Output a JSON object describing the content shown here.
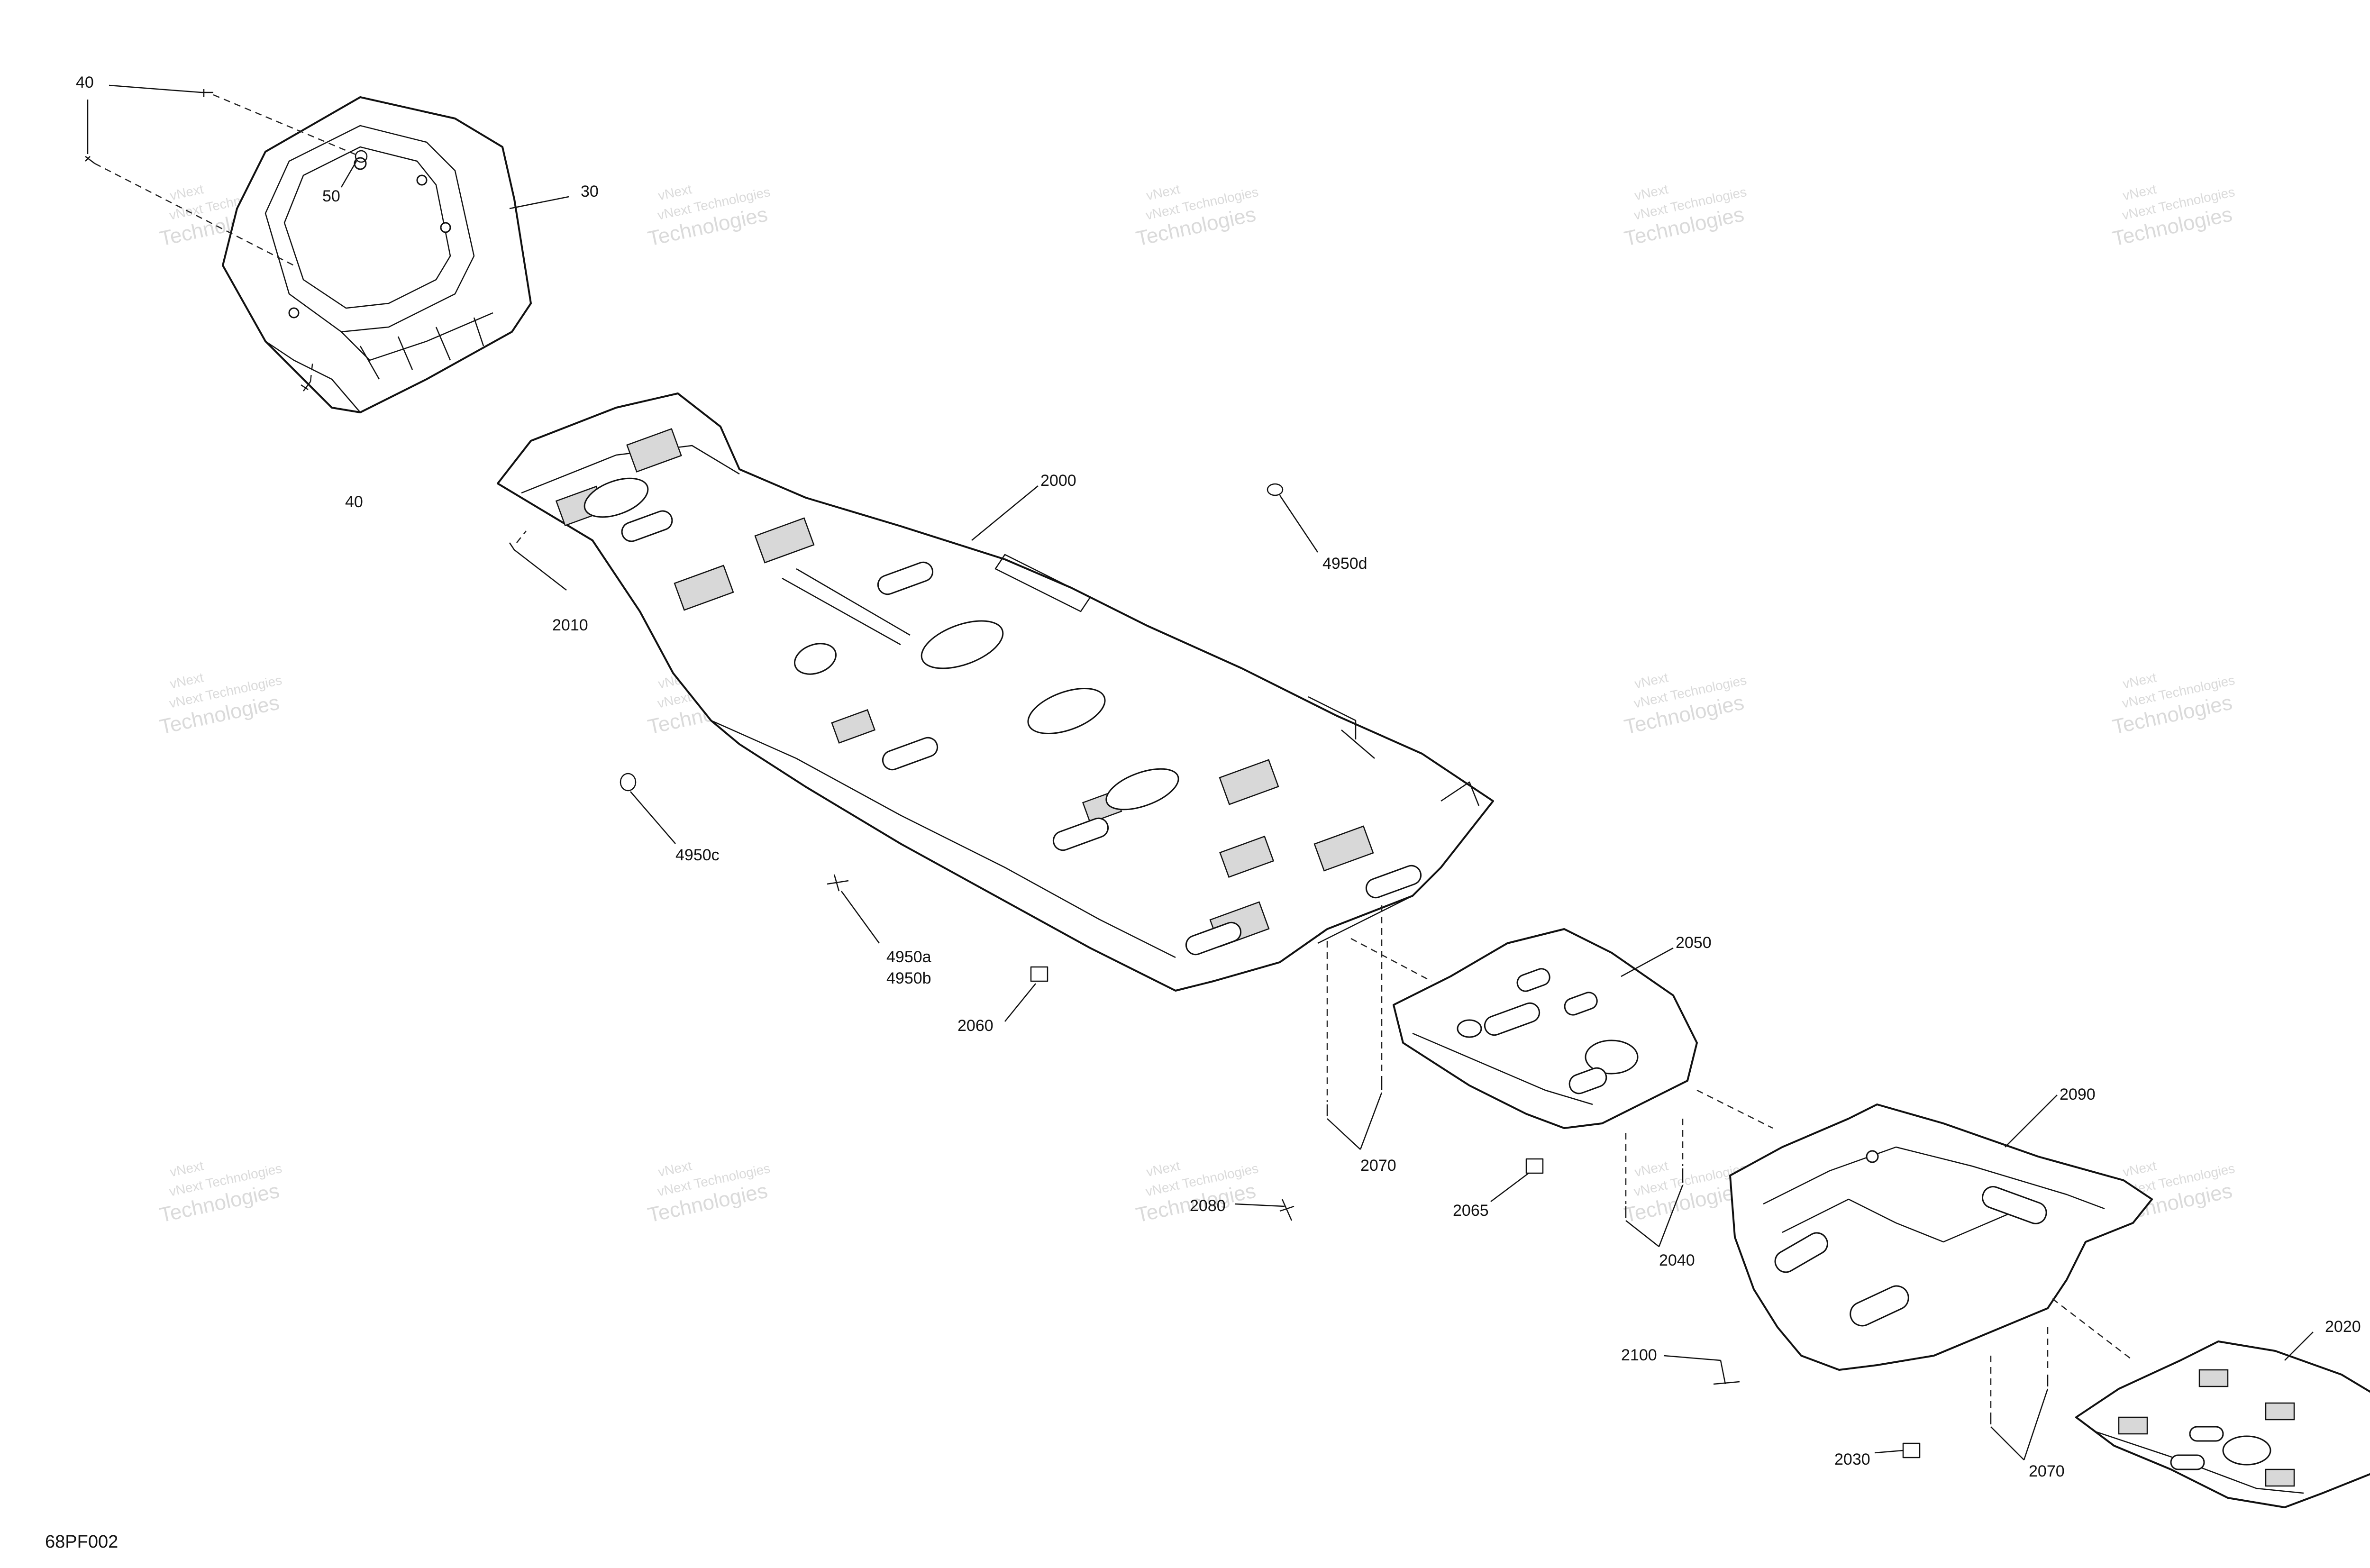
{
  "diagram": {
    "figure_code": "68PF002",
    "watermark": {
      "line1": "vNext Technologies",
      "line2": "vNext",
      "line3": "Technologies"
    },
    "callouts": [
      {
        "id": "c40a",
        "label": "40"
      },
      {
        "id": "c40b",
        "label": "40"
      },
      {
        "id": "c50",
        "label": "50"
      },
      {
        "id": "c30",
        "label": "30"
      },
      {
        "id": "c2000",
        "label": "2000"
      },
      {
        "id": "c2010",
        "label": "2010"
      },
      {
        "id": "c4950d",
        "label": "4950d"
      },
      {
        "id": "c4950c",
        "label": "4950c"
      },
      {
        "id": "c4950a",
        "label": "4950a"
      },
      {
        "id": "c4950b",
        "label": "4950b"
      },
      {
        "id": "c2060",
        "label": "2060"
      },
      {
        "id": "c2050",
        "label": "2050"
      },
      {
        "id": "c2070a",
        "label": "2070"
      },
      {
        "id": "c2065",
        "label": "2065"
      },
      {
        "id": "c2080",
        "label": "2080"
      },
      {
        "id": "c2040",
        "label": "2040"
      },
      {
        "id": "c2090",
        "label": "2090"
      },
      {
        "id": "c2100",
        "label": "2100"
      },
      {
        "id": "c2030",
        "label": "2030"
      },
      {
        "id": "c2070b",
        "label": "2070"
      },
      {
        "id": "c2020",
        "label": "2020"
      }
    ]
  }
}
